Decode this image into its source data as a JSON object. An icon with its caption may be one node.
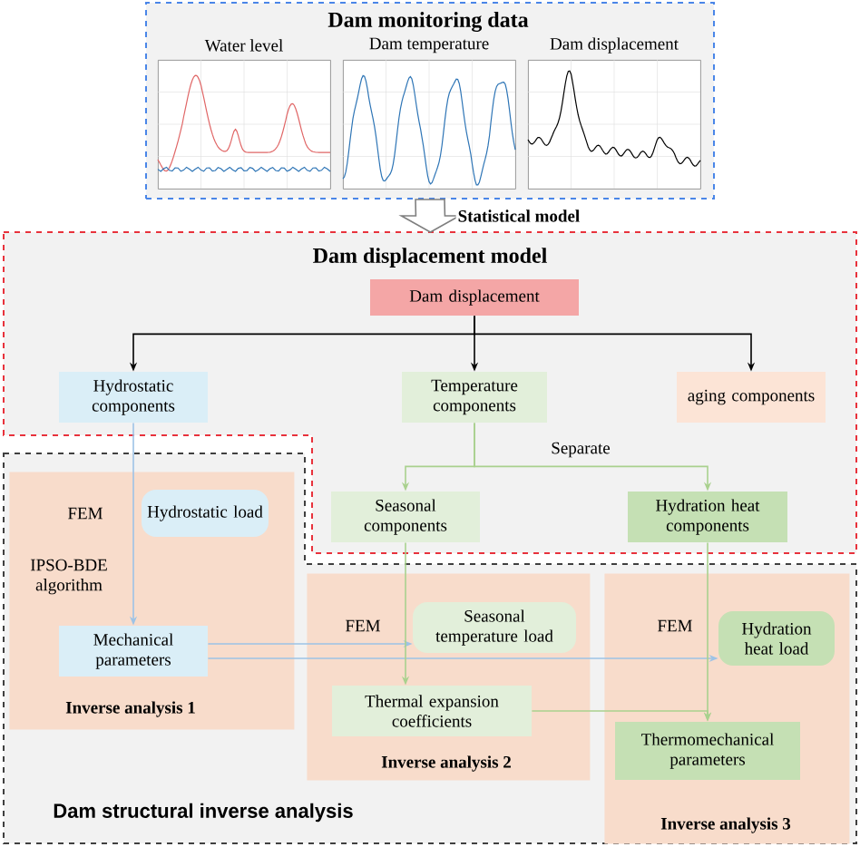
{
  "diagram": {
    "nodes": [
      {
        "text": [
          "Dam monitoring data"
        ]
      },
      {
        "text": [
          "Water level"
        ],
        "in": 0
      },
      {
        "text": [
          "Dam temperature"
        ],
        "in": 0
      },
      {
        "text": [
          "Dam displacement"
        ],
        "in": 0
      },
      {
        "text": [
          "Dam displacement model"
        ]
      },
      {
        "text": [
          "Dam displacement"
        ],
        "in": 4
      },
      {
        "text": [
          "Hydrostatic components"
        ],
        "in": 4
      },
      {
        "text": [
          "Temperature components"
        ],
        "in": 4
      },
      {
        "text": [
          "aging components"
        ],
        "in": 4
      },
      {
        "text": [
          "Seasonal components"
        ],
        "in": 4
      },
      {
        "text": [
          "Hydration heat components"
        ],
        "in": 4
      },
      {
        "text": [
          "Dam structural inverse analysis"
        ]
      },
      {
        "text": [
          "FEM",
          "IPSO-BDE algorithm",
          "Inverse analysis 1"
        ],
        "in": 11
      },
      {
        "text": [
          "Hydrostatic load"
        ],
        "in": 12
      },
      {
        "text": [
          "Mechanical parameters"
        ],
        "in": 12
      },
      {
        "text": [
          "FEM",
          "Inverse analysis 2"
        ],
        "in": 11
      },
      {
        "text": [
          "Seasonal temperature load"
        ],
        "in": 15
      },
      {
        "text": [
          "Thermal expansion coefficients"
        ],
        "in": 15
      },
      {
        "text": [
          "FEM",
          "Inverse analysis 3"
        ],
        "in": 11
      },
      {
        "text": [
          "Hydration heat load"
        ],
        "in": 18
      },
      {
        "text": [
          "Thermomechanical parameters"
        ],
        "in": 18
      }
    ],
    "edges": [
      {
        "from": 0,
        "to": 4,
        "arrow": "to",
        "label": "Statistical model",
        "color": "#7f7f7f"
      },
      {
        "from": 5,
        "to": 6,
        "arrow": "to",
        "color": "#000000"
      },
      {
        "from": 5,
        "to": 7,
        "arrow": "to",
        "color": "#000000"
      },
      {
        "from": 5,
        "to": 8,
        "arrow": "to",
        "color": "#000000"
      },
      {
        "from": 7,
        "to": 9,
        "arrow": "to"
      },
      {
        "from": 7,
        "to": 10,
        "arrow": "to"
      },
      {
        "from": 6,
        "to": 14,
        "arrow": "to",
        "color": "#9dc3e6"
      },
      {
        "from": 14,
        "to": 16,
        "arrow": "to",
        "color": "#9dc3e6"
      },
      {
        "from": 14,
        "to": 19,
        "arrow": "to",
        "color": "#9dc3e6"
      },
      {
        "from": 9,
        "to": 17,
        "arrow": "to"
      },
      {
        "from": 10,
        "to": 20,
        "arrow": "to"
      },
      {
        "from": 17,
        "to": 20,
        "arrow": "to"
      }
    ],
    "labels": [
      "Separate"
    ]
  }
}
